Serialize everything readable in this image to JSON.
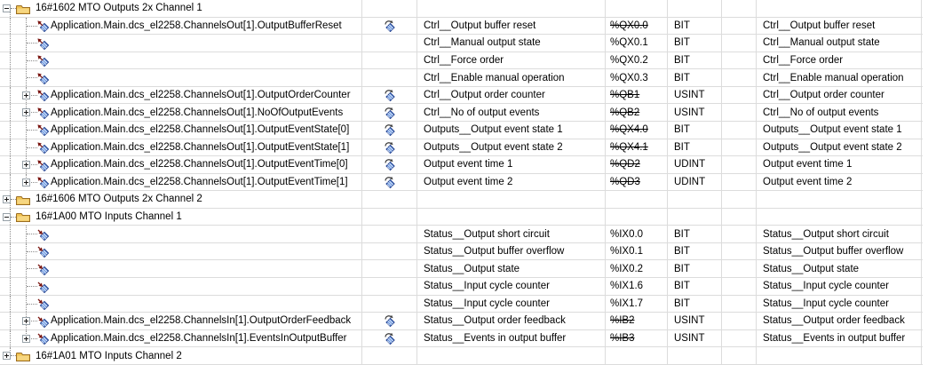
{
  "colors": {
    "grid_line": "#dcdcdc",
    "tree_guide": "#8c8c8c",
    "folder_body": "#f0c251",
    "folder_highlight": "#fbe7a9",
    "folder_border": "#9a6d22",
    "diamond_fill": "#6f9ae0",
    "diamond_stripe": "#e9f1fc",
    "diamond_border": "#1f3e8c",
    "variable_arrow": "#7a1510",
    "map_arrow": "#3c3c3c",
    "text": "#000000"
  },
  "icons": {
    "folder": "folder-icon",
    "output_variable": "output-variable-icon",
    "input_variable": "input-variable-icon",
    "mapping": "mapped-variable-icon"
  },
  "rows": [
    {
      "kind": "folder",
      "expander": "minus",
      "label": "16#1602 MTO Outputs 2x Channel 1",
      "variable": "",
      "mapped": false,
      "channel": "",
      "address": "",
      "struck": false,
      "datatype": "",
      "description": ""
    },
    {
      "kind": "output",
      "expander": "",
      "variable": "Application.Main.dcs_el2258.ChannelsOut[1].OutputBufferReset",
      "mapped": true,
      "channel": "Ctrl__Output buffer reset",
      "address": "%QX0.0",
      "struck": true,
      "datatype": "BIT",
      "description": "Ctrl__Output buffer reset"
    },
    {
      "kind": "output",
      "expander": "",
      "variable": "",
      "mapped": false,
      "channel": "Ctrl__Manual output state",
      "address": "%QX0.1",
      "struck": false,
      "datatype": "BIT",
      "description": "Ctrl__Manual output state"
    },
    {
      "kind": "output",
      "expander": "",
      "variable": "",
      "mapped": false,
      "channel": "Ctrl__Force order",
      "address": "%QX0.2",
      "struck": false,
      "datatype": "BIT",
      "description": "Ctrl__Force order"
    },
    {
      "kind": "output",
      "expander": "",
      "variable": "",
      "mapped": false,
      "channel": "Ctrl__Enable manual operation",
      "address": "%QX0.3",
      "struck": false,
      "datatype": "BIT",
      "description": "Ctrl__Enable manual operation"
    },
    {
      "kind": "output",
      "expander": "plus",
      "variable": "Application.Main.dcs_el2258.ChannelsOut[1].OutputOrderCounter",
      "mapped": true,
      "channel": "Ctrl__Output order counter",
      "address": "%QB1",
      "struck": true,
      "datatype": "USINT",
      "description": "Ctrl__Output order counter"
    },
    {
      "kind": "output",
      "expander": "plus",
      "variable": "Application.Main.dcs_el2258.ChannelsOut[1].NoOfOutputEvents",
      "mapped": true,
      "channel": "Ctrl__No of output events",
      "address": "%QB2",
      "struck": true,
      "datatype": "USINT",
      "description": "Ctrl__No of output events"
    },
    {
      "kind": "output",
      "expander": "",
      "variable": "Application.Main.dcs_el2258.ChannelsOut[1].OutputEventState[0]",
      "mapped": true,
      "channel": "Outputs__Output event state 1",
      "address": "%QX4.0",
      "struck": true,
      "datatype": "BIT",
      "description": "Outputs__Output event state 1"
    },
    {
      "kind": "output",
      "expander": "",
      "variable": "Application.Main.dcs_el2258.ChannelsOut[1].OutputEventState[1]",
      "mapped": true,
      "channel": "Outputs__Output event state 2",
      "address": "%QX4.1",
      "struck": true,
      "datatype": "BIT",
      "description": "Outputs__Output event state 2"
    },
    {
      "kind": "output",
      "expander": "plus",
      "variable": "Application.Main.dcs_el2258.ChannelsOut[1].OutputEventTime[0]",
      "mapped": true,
      "channel": "Output event time 1",
      "address": "%QD2",
      "struck": true,
      "datatype": "UDINT",
      "description": "Output event time 1"
    },
    {
      "kind": "output",
      "expander": "plus",
      "variable": "Application.Main.dcs_el2258.ChannelsOut[1].OutputEventTime[1]",
      "mapped": true,
      "channel": "Output event time 2",
      "address": "%QD3",
      "struck": true,
      "datatype": "UDINT",
      "description": "Output event time 2"
    },
    {
      "kind": "folder",
      "expander": "plus",
      "label": "16#1606 MTO Outputs 2x Channel 2",
      "variable": "",
      "mapped": false,
      "channel": "",
      "address": "",
      "struck": false,
      "datatype": "",
      "description": ""
    },
    {
      "kind": "folder",
      "expander": "minus",
      "label": "16#1A00 MTO Inputs Channel 1",
      "variable": "",
      "mapped": false,
      "channel": "",
      "address": "",
      "struck": false,
      "datatype": "",
      "description": ""
    },
    {
      "kind": "input",
      "expander": "",
      "variable": "",
      "mapped": false,
      "channel": "Status__Output short circuit",
      "address": "%IX0.0",
      "struck": false,
      "datatype": "BIT",
      "description": "Status__Output short circuit"
    },
    {
      "kind": "input",
      "expander": "",
      "variable": "",
      "mapped": false,
      "channel": "Status__Output buffer overflow",
      "address": "%IX0.1",
      "struck": false,
      "datatype": "BIT",
      "description": "Status__Output buffer overflow"
    },
    {
      "kind": "input",
      "expander": "",
      "variable": "",
      "mapped": false,
      "channel": "Status__Output state",
      "address": "%IX0.2",
      "struck": false,
      "datatype": "BIT",
      "description": "Status__Output state"
    },
    {
      "kind": "input",
      "expander": "",
      "variable": "",
      "mapped": false,
      "channel": "Status__Input cycle counter",
      "address": "%IX1.6",
      "struck": false,
      "datatype": "BIT",
      "description": "Status__Input cycle counter"
    },
    {
      "kind": "input",
      "expander": "",
      "variable": "",
      "mapped": false,
      "channel": "Status__Input cycle counter",
      "address": "%IX1.7",
      "struck": false,
      "datatype": "BIT",
      "description": "Status__Input cycle counter"
    },
    {
      "kind": "input",
      "expander": "plus",
      "variable": "Application.Main.dcs_el2258.ChannelsIn[1].OutputOrderFeedback",
      "mapped": true,
      "channel": "Status__Output order feedback",
      "address": "%IB2",
      "struck": true,
      "datatype": "USINT",
      "description": "Status__Output order feedback"
    },
    {
      "kind": "input",
      "expander": "plus",
      "variable": "Application.Main.dcs_el2258.ChannelsIn[1].EventsInOutputBuffer",
      "mapped": true,
      "channel": "Status__Events in output buffer",
      "address": "%IB3",
      "struck": true,
      "datatype": "USINT",
      "description": "Status__Events in output buffer"
    },
    {
      "kind": "folder",
      "expander": "plus",
      "label": "16#1A01 MTO Inputs Channel 2",
      "variable": "",
      "mapped": false,
      "channel": "",
      "address": "",
      "struck": false,
      "datatype": "",
      "description": ""
    }
  ]
}
